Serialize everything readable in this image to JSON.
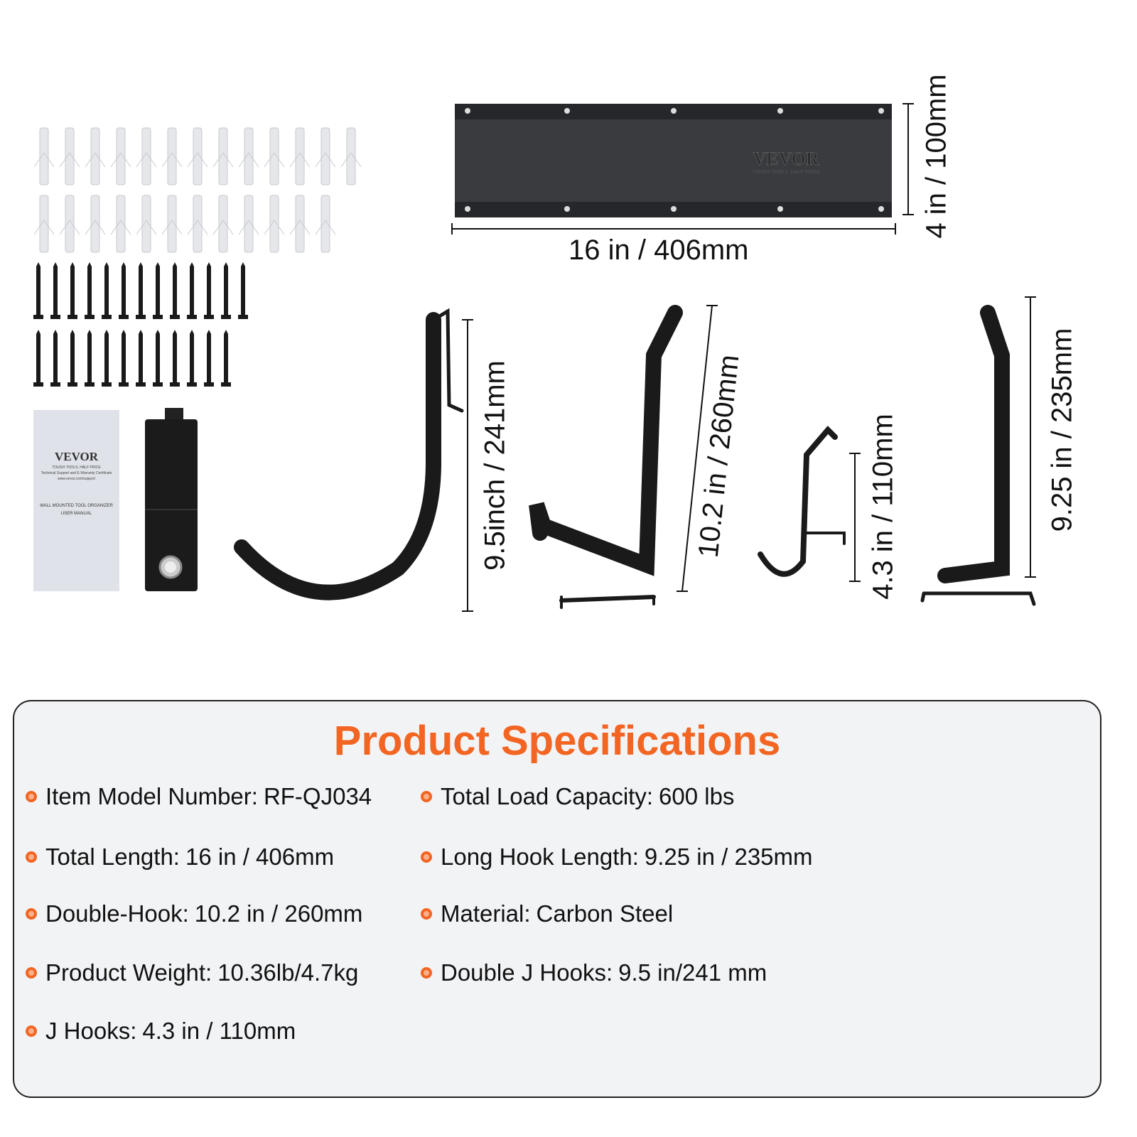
{
  "panel_dimensions": {
    "length": "16 in / 406mm",
    "height": "4 in / 100mm"
  },
  "panel_logo": {
    "brand": "VEVOR",
    "tagline": "TOUGH TOOLS, HALF PRICE"
  },
  "hook_dimensions": {
    "double_j_hook": "9.5inch / 241mm",
    "double_hook": "10.2 in / 260mm",
    "j_hook": "4.3 in / 110mm",
    "long_hook": "9.25 in / 235mm"
  },
  "manual": {
    "brand": "VEVOR",
    "tagline": "TOUGH TOOLS, HALF PRICE",
    "support": "Technical Support and E-Warranty Certificate",
    "url": "www.vevor.com/support",
    "title_line1": "WALL MOUNTED TOOL ORGANIZER",
    "title_line2": "USER MANUAL"
  },
  "specs": {
    "title": "Product Specifications",
    "accent_color": "#f26522",
    "left": [
      {
        "label": "Item Model Number:",
        "value": "RF-QJ034"
      },
      {
        "label": "Total Length:",
        "value": "16 in / 406mm"
      },
      {
        "label": "Double-Hook:",
        "value": "10.2 in / 260mm"
      },
      {
        "label": "Product Weight:",
        "value": "10.36lb/4.7kg"
      },
      {
        "label": "J Hooks:",
        "value": "4.3 in / 110mm"
      }
    ],
    "right": [
      {
        "label": "Total Load Capacity:",
        "value": "600 lbs"
      },
      {
        "label": "Long Hook Length:",
        "value": "9.25 in / 235mm"
      },
      {
        "label": "Material:",
        "value": "Carbon Steel"
      },
      {
        "label": "Double J Hooks:",
        "value": "9.5 in/241 mm"
      }
    ]
  }
}
